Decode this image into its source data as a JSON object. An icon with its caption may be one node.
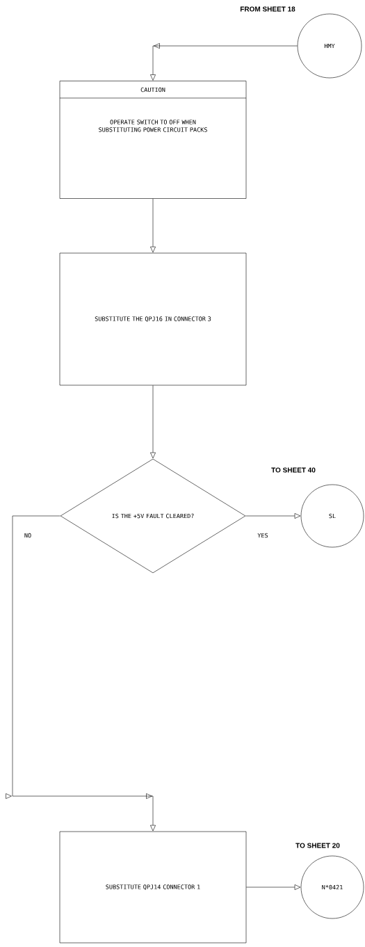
{
  "diagram": {
    "nodes": [
      {
        "text": [
          "HMY"
        ],
        "beside": [
          "FROM SHEET 18"
        ]
      },
      {
        "text": [
          "CAUTION",
          "OPERATE SWITCH TO OFF WHEN SUBSTITUTING POWER CIRCUIT PACKS"
        ]
      },
      {
        "text": [
          "SUBSTITUTE THE QPJ16 IN CONNECTOR 3"
        ]
      },
      {
        "text": [
          "IS THE +5V FAULT CLEARED?"
        ]
      },
      {
        "text": [
          "SL"
        ],
        "beside": [
          "TO SHEET 40"
        ]
      },
      {
        "text": [
          "SUBSTITUTE QPJ14 CONNECTOR 1"
        ]
      },
      {
        "text": [
          "N*0421"
        ],
        "beside": [
          "TO SHEET 20"
        ]
      }
    ],
    "edges": [
      {
        "from": 0,
        "to": 1,
        "arrow": "to"
      },
      {
        "from": 1,
        "to": 2,
        "arrow": "to"
      },
      {
        "from": 2,
        "to": 3,
        "arrow": "to"
      },
      {
        "from": 3,
        "to": 4,
        "arrow": "to",
        "label": "YES"
      },
      {
        "from": 3,
        "to": 5,
        "arrow": "to",
        "label": "NO"
      },
      {
        "from": 5,
        "to": 6,
        "arrow": "to"
      }
    ]
  }
}
